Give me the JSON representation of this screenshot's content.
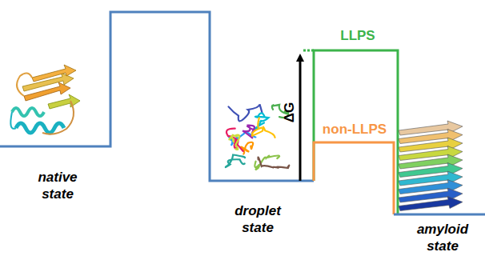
{
  "diagram": {
    "labels": [
      "native state",
      "droplet state",
      "LLPS",
      "non-LLPS",
      "ΔG",
      "amyloid state"
    ]
  }
}
